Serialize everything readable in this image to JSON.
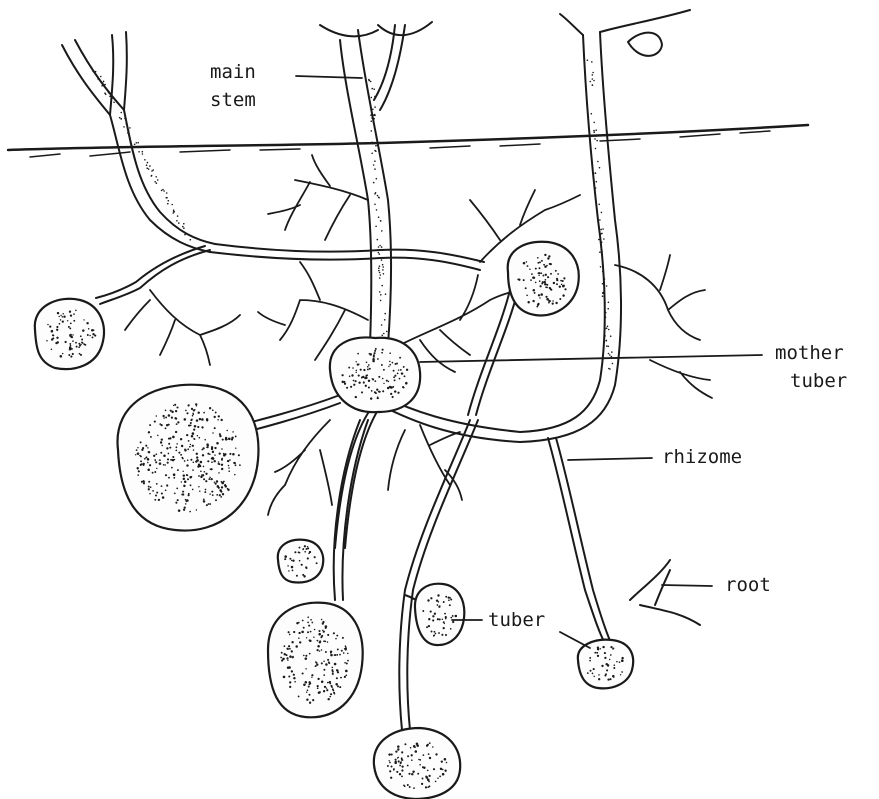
{
  "labels": {
    "main_stem_line1": "main",
    "main_stem_line2": "stem",
    "mother_tuber_line1": "mother",
    "mother_tuber_line2": "tuber",
    "rhizome": "rhizome",
    "root": "root",
    "tuber": "tuber"
  },
  "colors": {
    "ink": "#1a1a1a",
    "paper": "#ffffff"
  }
}
